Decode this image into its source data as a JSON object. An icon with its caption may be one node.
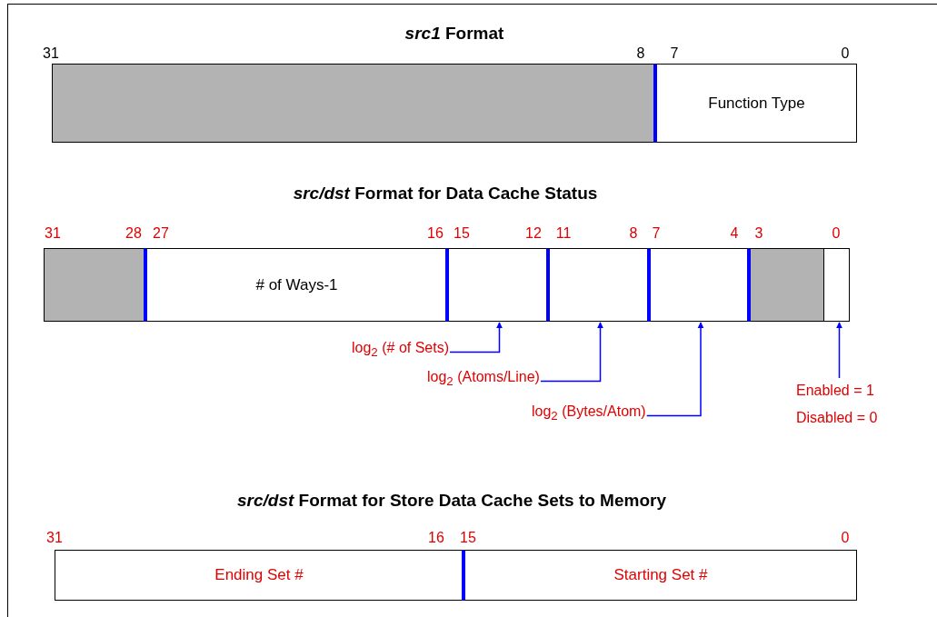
{
  "diagram": {
    "nodes": [
      {
        "text": [],
        "shape": "box"
      },
      {
        "text": [
          "Function Type"
        ]
      },
      {
        "text": [],
        "shape": "box"
      },
      {
        "text": [
          "# of Ways-1"
        ]
      },
      {
        "text": [],
        "shape": "box"
      },
      {
        "text": [],
        "shape": "box"
      },
      {
        "text": [],
        "shape": "box"
      },
      {
        "text": [],
        "shape": "box"
      },
      {
        "text": [],
        "shape": "box"
      },
      {
        "text": [
          "log$_{2}$ (# of Sets)"
        ]
      },
      {
        "text": [
          "log$_{2}$ (Atoms/Line)"
        ]
      },
      {
        "text": [
          "log$_{2}$ (Bytes/Atom)"
        ]
      },
      {
        "text": [
          "Enabled = 1",
          "Disabled = 0"
        ]
      },
      {
        "text": [
          "Ending Set #"
        ]
      },
      {
        "text": [
          "Starting Set #"
        ]
      }
    ],
    "edges": [
      {
        "from": 9,
        "to": 4,
        "arrow": "to"
      },
      {
        "from": 10,
        "to": 5,
        "arrow": "to"
      },
      {
        "from": 11,
        "to": 6,
        "arrow": "to"
      },
      {
        "from": 12,
        "to": 8,
        "arrow": "to"
      }
    ],
    "labels": [
      "*src1* Format",
      "31",
      "8",
      "7",
      "0",
      "*src/dst* Format for Data Cache Status",
      "31",
      "28",
      "27",
      "16",
      "15",
      "12",
      "11",
      "8",
      "7",
      "4",
      "3",
      "0",
      "*src/dst* Format for Store Data Cache Sets to Memory",
      "31",
      "16",
      "15",
      "0"
    ]
  }
}
